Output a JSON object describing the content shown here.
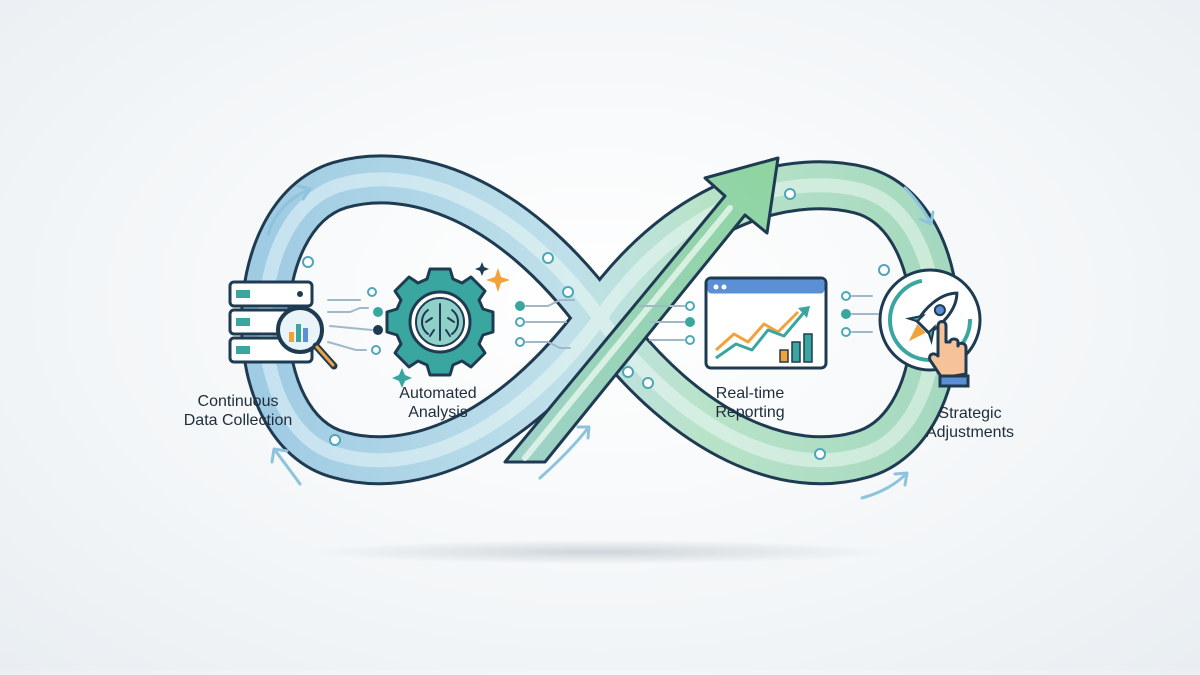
{
  "colors": {
    "loop_blue_light": "#d7ecf3",
    "loop_blue": "#8ec3dc",
    "loop_green": "#a8dcc0",
    "outline": "#1f3b52",
    "accent_teal": "#3aa6a0",
    "accent_orange": "#f2a23a",
    "arrow_blue": "#7fb7d6"
  },
  "steps": [
    {
      "line1": "Continuous",
      "line2": "Data Collection",
      "icon": "server-magnifier-icon"
    },
    {
      "line1": "Automated",
      "line2": "Analysis",
      "icon": "gear-brain-icon"
    },
    {
      "line1": "Real-time",
      "line2": "Reporting",
      "icon": "chart-window-icon"
    },
    {
      "line1": "Strategic",
      "line2": "Adjustments",
      "icon": "rocket-hand-icon"
    }
  ]
}
